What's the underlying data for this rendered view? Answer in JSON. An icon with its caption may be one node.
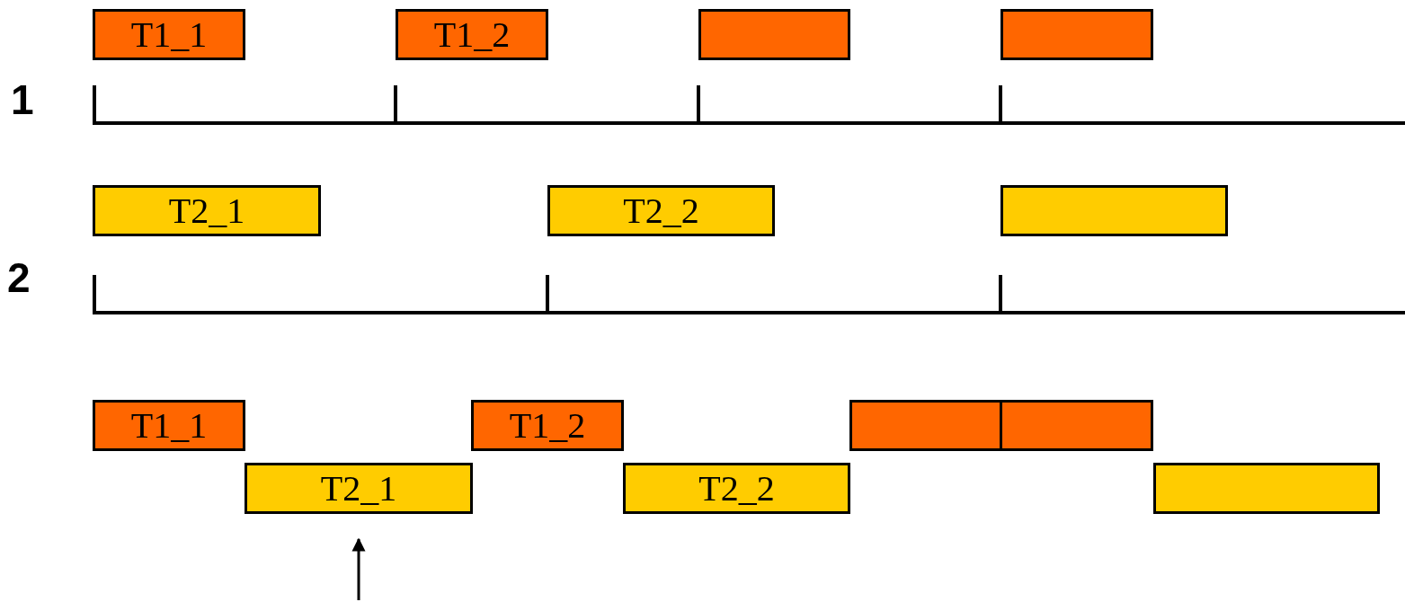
{
  "diagram": {
    "nodes": [
      {
        "text": [
          "T1_1"
        ]
      },
      {
        "text": [
          "T1_2"
        ]
      },
      {
        "text": [],
        "shape": "box"
      },
      {
        "text": [],
        "shape": "box"
      },
      {
        "text": [
          "T2_1"
        ]
      },
      {
        "text": [
          "T2_2"
        ]
      },
      {
        "text": [],
        "shape": "box"
      },
      {
        "text": [
          "T1_1"
        ]
      },
      {
        "text": [
          "T1_2"
        ]
      },
      {
        "text": [],
        "shape": "box"
      },
      {
        "text": [],
        "shape": "box"
      },
      {
        "text": [
          "T2_1"
        ]
      },
      {
        "text": [
          "T2_2"
        ]
      },
      {
        "text": [],
        "shape": "box"
      }
    ],
    "edges": [
      {
        "from": null,
        "to": 11,
        "arrow": "to"
      }
    ],
    "labels": [
      "1",
      "2"
    ]
  }
}
